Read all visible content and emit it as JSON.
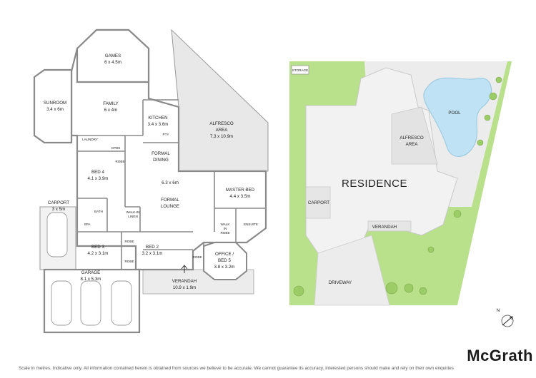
{
  "floor_plan": {
    "rooms": {
      "games": {
        "name": "GAMES",
        "size": "6 x 4.5m"
      },
      "sunroom": {
        "name": "SUNROOM",
        "size": "3.4 x 6m"
      },
      "family": {
        "name": "FAMILY",
        "size": "6 x 4m"
      },
      "kitchen": {
        "name": "KITCHEN",
        "size": "3.4 x 3.6m"
      },
      "alfresco": {
        "name": "ALFRESCO",
        "name2": "AREA",
        "size": "7.3 x 10.9m"
      },
      "laundry": {
        "name": "LAUNDRY"
      },
      "cpds": {
        "name": "CPDS"
      },
      "pty": {
        "name": "PTY"
      },
      "bed4": {
        "name": "BED 4",
        "size": "4.1 x 3.9m"
      },
      "formal_dining": {
        "name": "FORMAL",
        "name2": "DINING"
      },
      "formal_lounge": {
        "size": "6.3 x 6m",
        "name": "FORMAL",
        "name2": "LOUNGE"
      },
      "master_bed": {
        "name": "MASTER BED",
        "size": "4.4 x 3.5m"
      },
      "carport": {
        "name": "CARPORT",
        "size": "3 x 5m"
      },
      "bath": {
        "name": "BATH"
      },
      "spa": {
        "name": "SPA"
      },
      "walk_in_linen": {
        "name": "WALK-IN",
        "name2": "LINEN"
      },
      "walk_in_robe": {
        "name": "WALK",
        "name2": "IN",
        "name3": "ROBE"
      },
      "ensuite": {
        "name": "ENSUITE"
      },
      "bed3": {
        "name": "BED 3",
        "size": "4.2 x 3.1m"
      },
      "bed2": {
        "name": "BED 2",
        "size": "3.2 x 3.1m"
      },
      "office": {
        "name": "OFFICE /",
        "name2": "BED 5",
        "size": "3.8 x 3.2m"
      },
      "garage": {
        "name": "GARAGE",
        "size": "8.1 x 5.3m"
      },
      "verandah": {
        "name": "VERANDAH",
        "size": "10.9 x 1.9m"
      },
      "robe_a": {
        "name": "ROBE"
      },
      "robe_b": {
        "name": "ROBE"
      },
      "robe_c": {
        "name": "ROBE"
      },
      "robe_d": {
        "name": "ROBE"
      }
    }
  },
  "site_plan": {
    "storage": "STORAGE",
    "residence": "RESIDENCE",
    "pool": "POOL",
    "alfresco": {
      "name": "ALFRESCO",
      "name2": "AREA"
    },
    "carport": "CARPORT",
    "verandah": "VERANDAH",
    "driveway": "DRIVEWAY",
    "compass_label": "N"
  },
  "brand": "McGrath",
  "disclaimer": "Scale in metres. Indicative only. All information contained herein is obtained from sources we believe to be accurate. We cannot guarantee its accuracy. Interested persons should make and rely on their own enquiries",
  "colors": {
    "wall": "#8a8a8a",
    "floor": "#ffffff",
    "outdoor_floor": "#e9e9e9",
    "lawn": "#b9e08a",
    "tree": "#9ccc65",
    "pool": "#bfe3f5",
    "paving": "#ececec"
  }
}
